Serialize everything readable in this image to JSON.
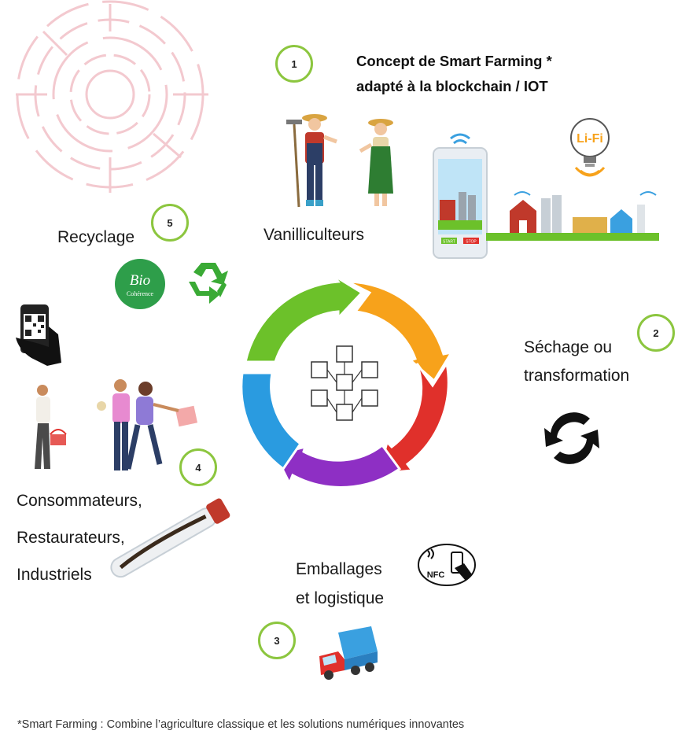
{
  "title": {
    "line1": "Concept de Smart Farming *",
    "line2": "adapté à la blockchain / IOT"
  },
  "steps": [
    {
      "number": "1",
      "label": "Vanilliculteurs"
    },
    {
      "number": "2",
      "label_line1": "Séchage ou",
      "label_line2": "transformation"
    },
    {
      "number": "3",
      "label_line1": "Emballages",
      "label_line2": "et logistique"
    },
    {
      "number": "4",
      "label_line1": "Consommateurs,",
      "label_line2": "Restaurateurs,",
      "label_line3": "Industriels"
    },
    {
      "number": "5",
      "label": "Recyclage"
    }
  ],
  "badges": {
    "bio_line1": "Bio",
    "bio_line2": "Cohérence",
    "lifi": "Li-Fi",
    "nfc": "NFC",
    "phone_start": "START",
    "phone_stop": "STOP"
  },
  "footnote": "*Smart Farming : Combine l’agriculture classique et les solutions numériques innovantes",
  "colors": {
    "accent_ring": "#8cc63f",
    "arrow_green": "#6cc12a",
    "arrow_orange": "#f7a21b",
    "arrow_red": "#e0302b",
    "arrow_purple": "#8e2fc4",
    "arrow_blue": "#2a9be0"
  },
  "icons": [
    "circuit-decoration",
    "farmer-man-icon",
    "farmer-woman-icon",
    "smartphone-farm-icon",
    "lifi-bulb-icon",
    "farm-buildings-icon",
    "blockchain-cubes-icon",
    "recycle-icon",
    "bio-coherence-logo",
    "qr-phone-icon",
    "shopper-icon",
    "couple-shopping-icon",
    "vanilla-tube-icon",
    "nfc-icon",
    "truck-icon",
    "transform-cycle-icon"
  ]
}
